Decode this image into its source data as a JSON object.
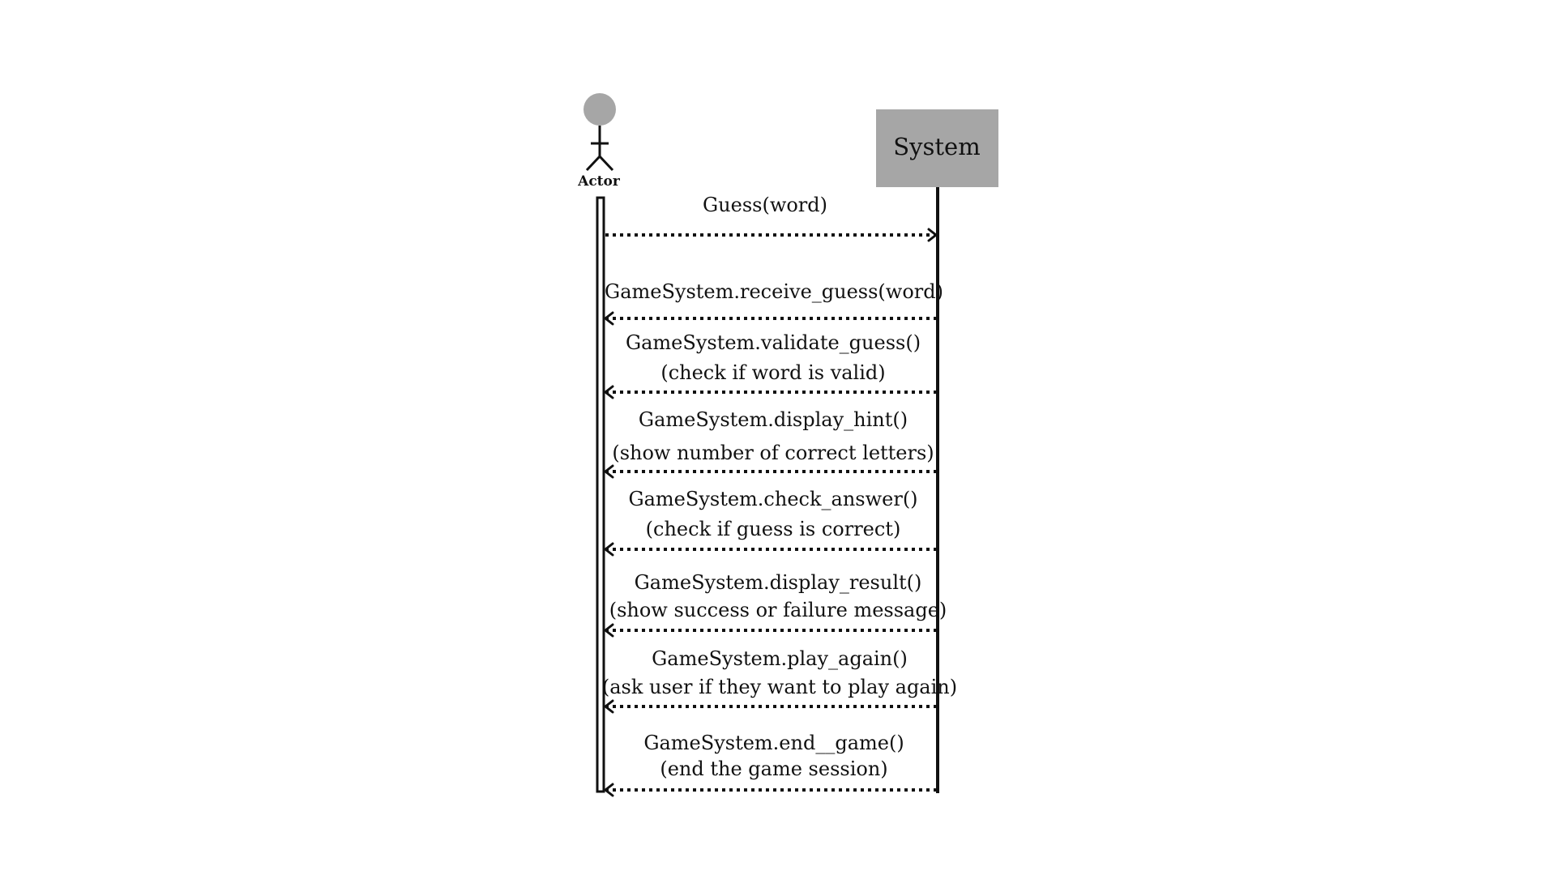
{
  "participants": {
    "actor": {
      "label": "Actor",
      "head_color": "#a6a6a6"
    },
    "system": {
      "label": "System",
      "box_color": "#a6a6a6"
    }
  },
  "messages": [
    {
      "direction": "to-system",
      "lines": [
        "Guess(word)"
      ]
    },
    {
      "direction": "to-actor",
      "lines": [
        "GameSystem.receive_guess(word)"
      ]
    },
    {
      "direction": "to-actor",
      "lines": [
        "GameSystem.validate_guess()",
        "(check if word is valid)"
      ]
    },
    {
      "direction": "to-actor",
      "lines": [
        "GameSystem.display_hint()",
        "(show number of correct letters)"
      ]
    },
    {
      "direction": "to-actor",
      "lines": [
        "GameSystem.check_answer()",
        "(check if guess is correct)"
      ]
    },
    {
      "direction": "to-actor",
      "lines": [
        "GameSystem.display_result()",
        "(show success or failure message)"
      ]
    },
    {
      "direction": "to-actor",
      "lines": [
        "GameSystem.play_again()",
        "(ask user if they want to play again)"
      ]
    },
    {
      "direction": "to-actor",
      "lines": [
        "GameSystem.end__game()",
        "(end the game session)"
      ]
    }
  ]
}
